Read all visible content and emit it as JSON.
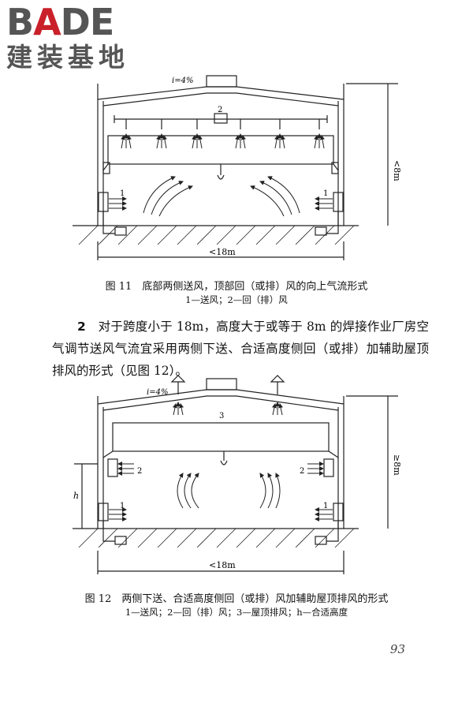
{
  "logo": {
    "word_pre": "B",
    "word_a": "A",
    "word_post": "DE",
    "subtitle": "建装基地"
  },
  "figure11": {
    "slope": "i=4%",
    "label_return": "2",
    "label_supply": "1",
    "height_dim": "<8m",
    "span_dim": "<18m",
    "caption": "图 11　底部两侧送风，顶部回（或排）风的向上气流形式",
    "legend": "1—送风；2—回（排）风"
  },
  "paragraph": {
    "number": "2",
    "text": "对于跨度小于 18m，高度大于或等于 8m 的焊接作业厂房空气调节送风气流宜采用两侧下送、合适高度侧回（或排）加辅助屋顶排风的形式（见图 12）。"
  },
  "figure12": {
    "slope": "i=4%",
    "label_roof_exhaust": "3",
    "label_return": "2",
    "label_supply": "1",
    "label_h": "h",
    "height_dim": "≥8m",
    "span_dim": "<18m",
    "caption": "图 12　两侧下送、合适高度侧回（或排）风加辅助屋顶排风的形式",
    "legend": "1—送风；2—回（排）风；3—屋顶排风；h—合适高度"
  },
  "page_number": "93"
}
